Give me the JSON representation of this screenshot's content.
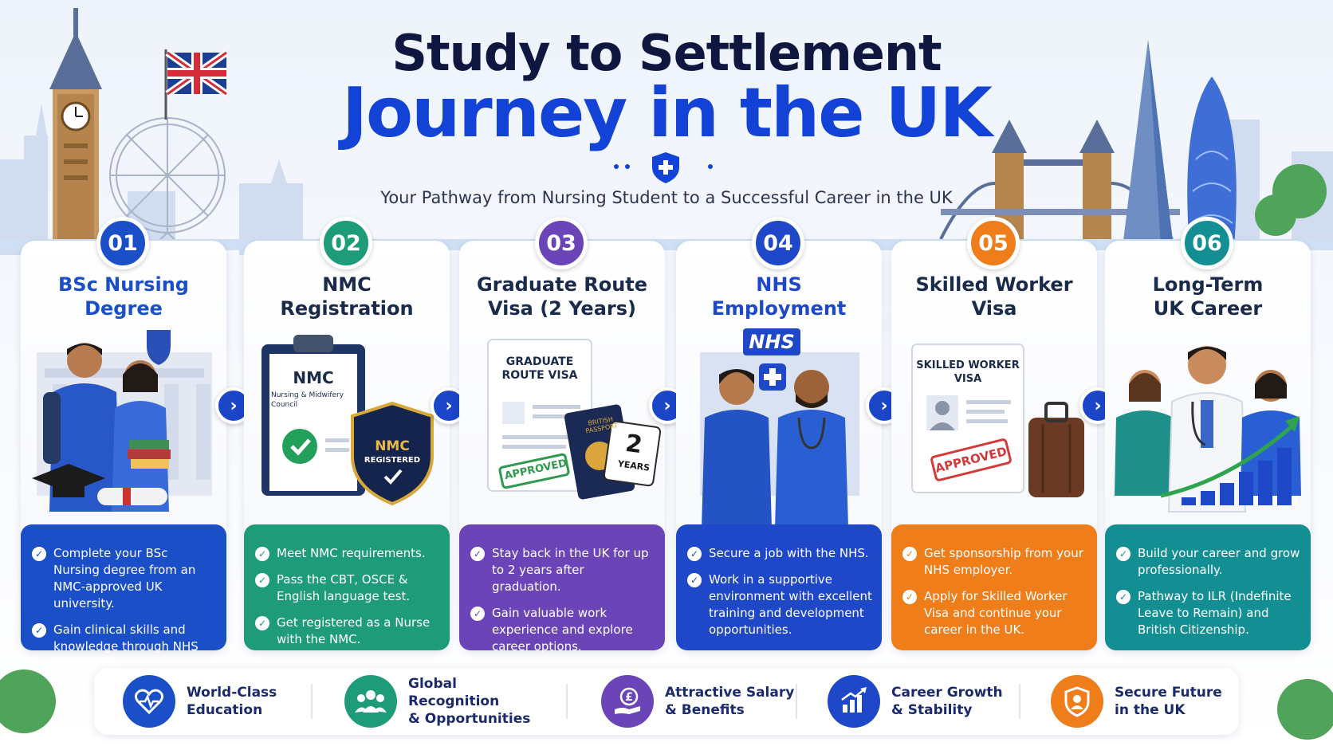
{
  "header": {
    "title_line1": "Study to Settlement",
    "title_line2": "Journey in the UK",
    "subtitle": "Your Pathway from Nursing Student to a Successful Career in the UK"
  },
  "colors": {
    "blue": "#1a4fc8",
    "green": "#1e9b78",
    "purple": "#6b45b8",
    "royal": "#1f48c9",
    "orange": "#ef7d1a",
    "teal": "#138f94",
    "title_blue": "#1243d6",
    "navy": "#0f1640"
  },
  "steps": [
    {
      "number": "01",
      "title_line1": "BSc Nursing",
      "title_line2": "Degree",
      "bullets": [
        "Complete your BSc Nursing degree from an NMC-approved UK university.",
        "Gain clinical skills and knowledge through NHS placements."
      ]
    },
    {
      "number": "02",
      "title_line1": "NMC",
      "title_line2": "Registration",
      "doc_title": "NMC",
      "doc_subtitle": "Nursing & Midwifery Council",
      "shield_line1": "NMC",
      "shield_line2": "REGISTERED",
      "bullets": [
        "Meet NMC requirements.",
        "Pass the CBT, OSCE & English language test.",
        "Get registered as a Nurse with the NMC."
      ]
    },
    {
      "number": "03",
      "title_line1": "Graduate Route",
      "title_line2": "Visa (2 Years)",
      "doc_title_line1": "GRADUATE",
      "doc_title_line2": "ROUTE VISA",
      "stamp": "APPROVED",
      "passport_text": "BRITISH PASSPORT",
      "calendar_number": "2",
      "calendar_label": "YEARS",
      "bullets": [
        "Stay back in the UK for up to 2 years after graduation.",
        "Gain valuable work experience and explore career options."
      ]
    },
    {
      "number": "04",
      "title_line1": "NHS",
      "title_line2": "Employment",
      "logo_text": "NHS",
      "bullets": [
        "Secure a job with the NHS.",
        "Work in a supportive environment with excellent training and development opportunities."
      ]
    },
    {
      "number": "05",
      "title_line1": "Skilled Worker",
      "title_line2": "Visa",
      "doc_title_line1": "SKILLED WORKER",
      "doc_title_line2": "VISA",
      "stamp": "APPROVED",
      "bullets": [
        "Get sponsorship from your NHS employer.",
        "Apply for Skilled Worker Visa and continue your career in the UK."
      ]
    },
    {
      "number": "06",
      "title_line1": "Long-Term",
      "title_line2": "UK Career",
      "bullets": [
        "Build your career and grow professionally.",
        "Pathway to ILR (Indefinite Leave to Remain) and British Citizenship."
      ]
    }
  ],
  "benefits": [
    {
      "line1": "World-Class",
      "line2": "Education",
      "icon": "heart-pulse-icon",
      "color": "#1a4fc8"
    },
    {
      "line1": "Global Recognition",
      "line2": "& Opportunities",
      "icon": "people-group-icon",
      "color": "#1e9b78"
    },
    {
      "line1": "Attractive Salary",
      "line2": "& Benefits",
      "icon": "pound-hand-icon",
      "color": "#6b45b8"
    },
    {
      "line1": "Career Growth",
      "line2": "& Stability",
      "icon": "growth-chart-icon",
      "color": "#1f48c9"
    },
    {
      "line1": "Secure Future",
      "line2": "in the UK",
      "icon": "shield-person-icon",
      "color": "#ef7d1a"
    }
  ]
}
